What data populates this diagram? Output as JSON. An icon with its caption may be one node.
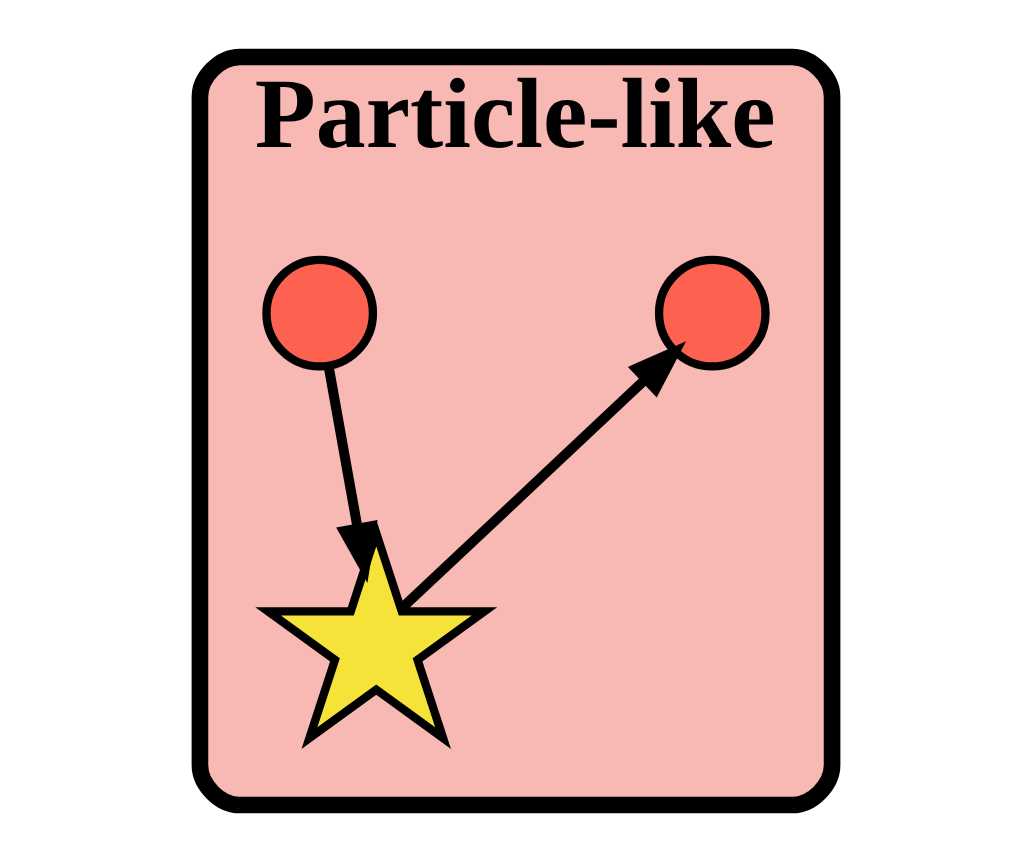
{
  "diagram": {
    "nodes": [
      {
        "text": [
          "Particle-like"
        ]
      },
      {
        "text": [],
        "shape": "circle",
        "in": 0
      },
      {
        "text": [],
        "shape": "circle",
        "in": 0
      },
      {
        "text": [],
        "shape": "star",
        "in": 0
      }
    ],
    "edges": [
      {
        "from": 1,
        "to": 3,
        "arrow": "to"
      },
      {
        "from": 3,
        "to": 2,
        "arrow": "to"
      }
    ]
  }
}
